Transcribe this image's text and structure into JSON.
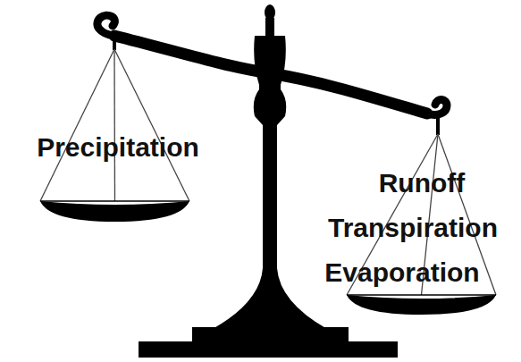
{
  "diagram": {
    "nodes": [
      {
        "text": [
          "Precipitation"
        ]
      },
      {
        "text": [
          "Runoff",
          "Transpiration",
          "Evaporation"
        ]
      }
    ]
  }
}
